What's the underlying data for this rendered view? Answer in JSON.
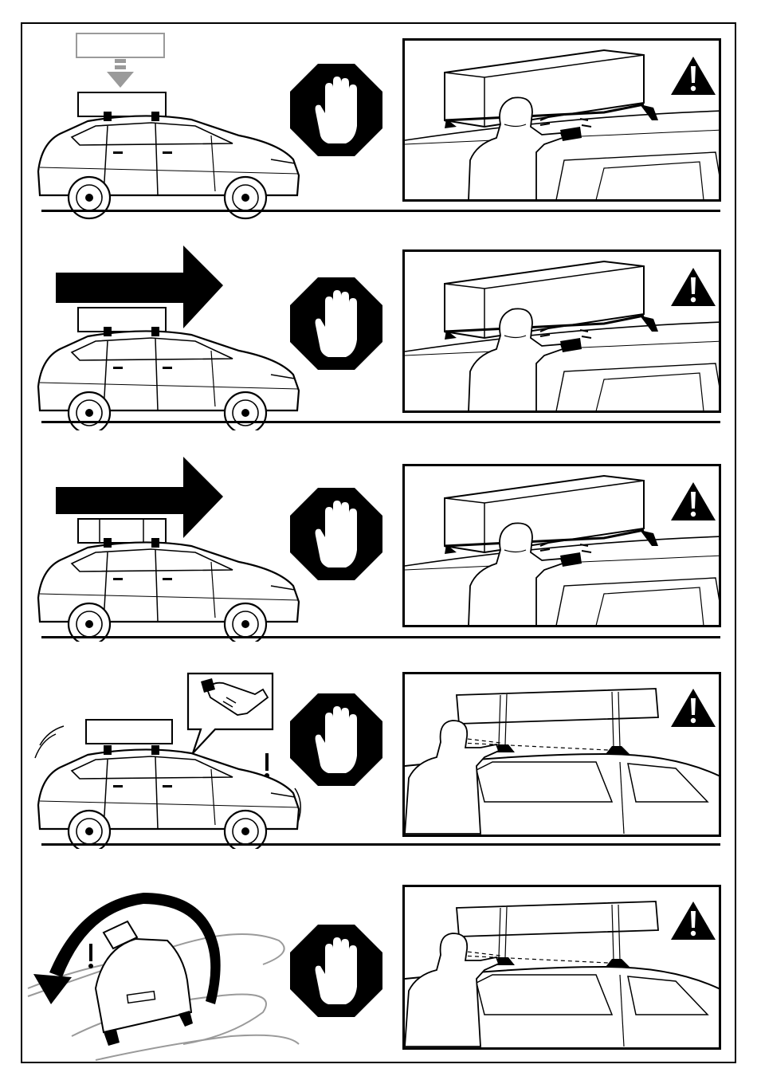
{
  "document": {
    "type": "wordless instruction sheet",
    "colors": {
      "ink": "#000000",
      "paper": "#ffffff",
      "gray": "#9a9a9a",
      "light_gray": "#bdbdbd"
    }
  },
  "steps": [
    {
      "scene": "car-load-drop-arrow",
      "stop_icon": "stop-hand-icon",
      "warning_icon": "warning-triangle-icon",
      "detail": "person-tightening-roof-bar-clamp"
    },
    {
      "scene": "car-with-load-forward-arrow",
      "stop_icon": "stop-hand-icon",
      "warning_icon": "warning-triangle-icon",
      "detail": "person-tightening-roof-bar-clamp"
    },
    {
      "scene": "car-with-load-forward-arrow",
      "stop_icon": "stop-hand-icon",
      "warning_icon": "warning-triangle-icon",
      "detail": "person-tightening-roof-bar-clamp"
    },
    {
      "scene": "car-braking-with-foot-callout",
      "stop_icon": "stop-hand-icon",
      "warning_icon": "warning-triangle-icon",
      "detail": "person-checking-load-straps"
    },
    {
      "scene": "car-turning-curve-arrow",
      "stop_icon": "stop-hand-icon",
      "warning_icon": "warning-triangle-icon",
      "detail": "person-checking-load-straps"
    }
  ]
}
